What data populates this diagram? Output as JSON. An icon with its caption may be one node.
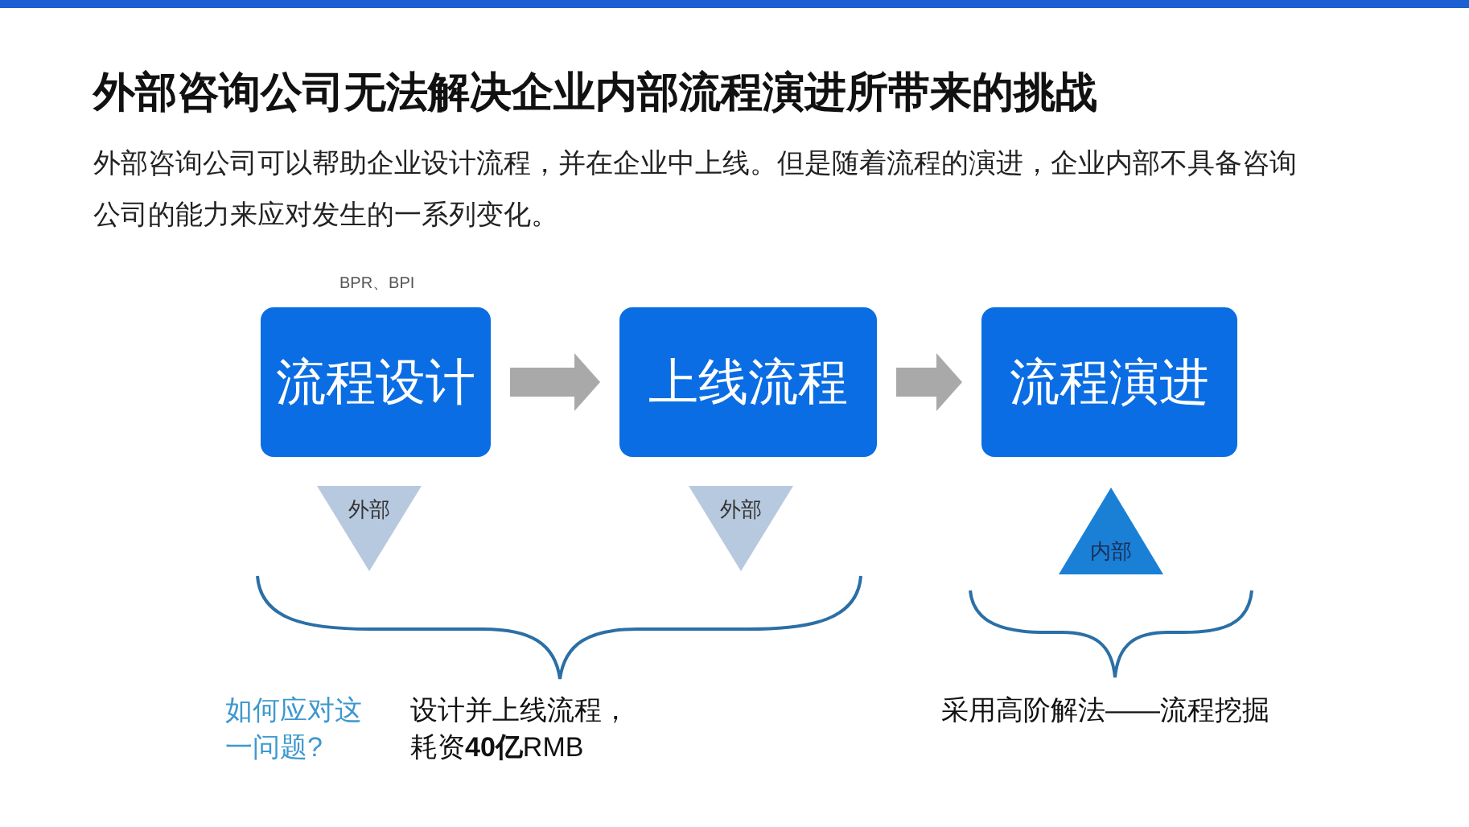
{
  "diagram": {
    "title": "外部咨询公司无法解决企业内部流程演进所带来的挑战",
    "nodes": [
      {
        "text": [
          "流程设计"
        ],
        "beside": [
          "BPR、BPI"
        ]
      },
      {
        "text": [
          "上线流程"
        ]
      },
      {
        "text": [
          "流程演进"
        ]
      },
      {
        "text": [
          "外部"
        ]
      },
      {
        "text": [
          "外部"
        ]
      },
      {
        "text": [
          "内部"
        ]
      }
    ],
    "edges": [
      {
        "from": 0,
        "to": 1,
        "arrow": "to"
      },
      {
        "from": 1,
        "to": 2,
        "arrow": "to"
      }
    ],
    "labels": [
      "外部咨询公司可以帮助企业设计流程，并在企业中上线。但是随着流程的演进，企业内部不具备咨询公司的能力来应对发生的一系列变化。",
      "如何应对这一问题?",
      "设计并上线流程，耗资**40亿**RMB",
      "采用高阶解法——流程挖掘"
    ]
  }
}
